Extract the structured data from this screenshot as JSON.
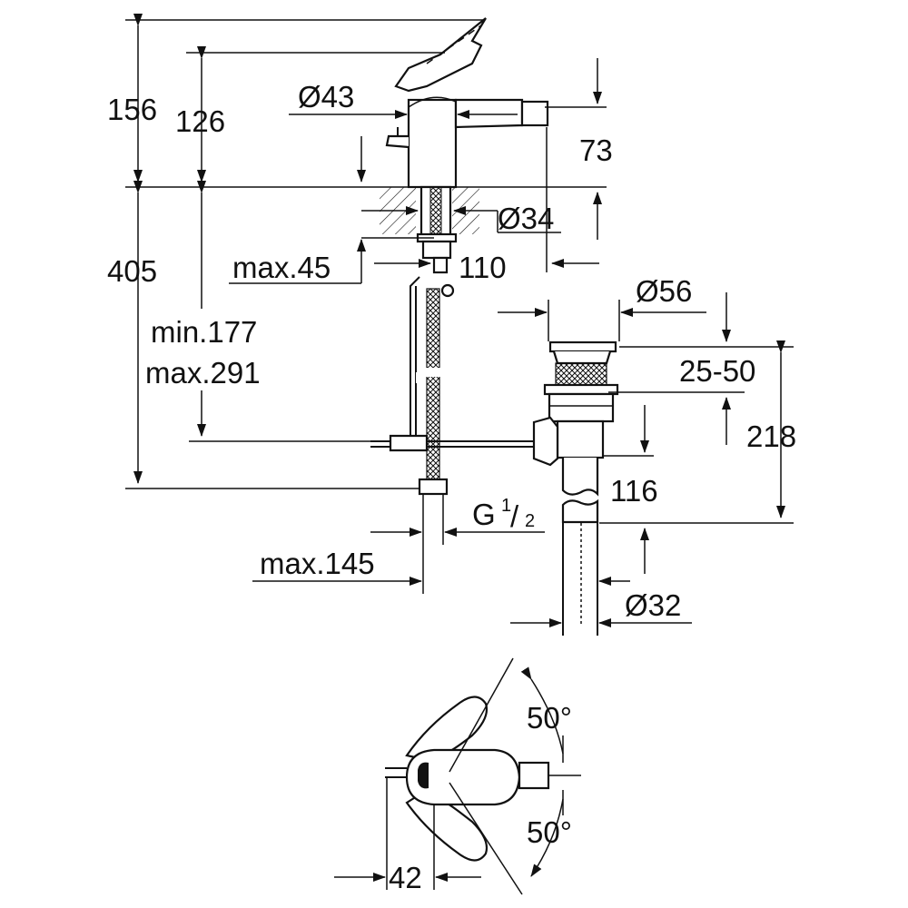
{
  "dimensions": {
    "d156": "156",
    "d126": "126",
    "d43": "Ø43",
    "d73": "73",
    "d34": "Ø34",
    "d405": "405",
    "max45": "max.45",
    "d110": "110",
    "d56": "Ø56",
    "min177": "min.177",
    "max291": "max.291",
    "r2550": "25-50",
    "d218": "218",
    "d116": "116",
    "g_main": "G",
    "g_num": "1",
    "g_slash": "/",
    "g_den": "2",
    "max145": "max.145",
    "d32": "Ø32",
    "ang_top": "50°",
    "ang_bot": "50°",
    "d42": "42"
  }
}
